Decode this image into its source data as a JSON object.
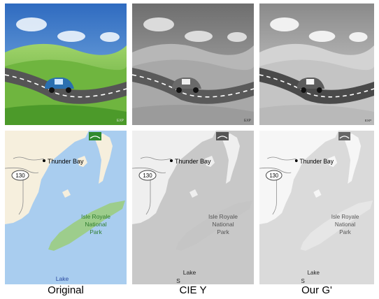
{
  "captions": {
    "original": "Original",
    "cie_y": "CIE Y",
    "our_g": "Our G'"
  },
  "map": {
    "city": "Thunder Bay",
    "route": "130",
    "park_line1": "Isle Royale",
    "park_line2": "National",
    "park_line3": "Park",
    "lake": "Lake",
    "lake_trail": "S"
  },
  "cartoon": {
    "corner_mark": "EXP"
  },
  "colors": {
    "orig_sky_top": "#3f7fc8",
    "orig_grass": "#5fae3a",
    "orig_road": "#545454",
    "orig_car": "#2a6fb0",
    "orig_map_land": "#f6efdd",
    "orig_map_water": "#a9cdef",
    "orig_map_park": "#9dcd8c",
    "orig_map_park_text": "#2f7d2f",
    "orig_map_lake_text": "#2a4aa0"
  }
}
